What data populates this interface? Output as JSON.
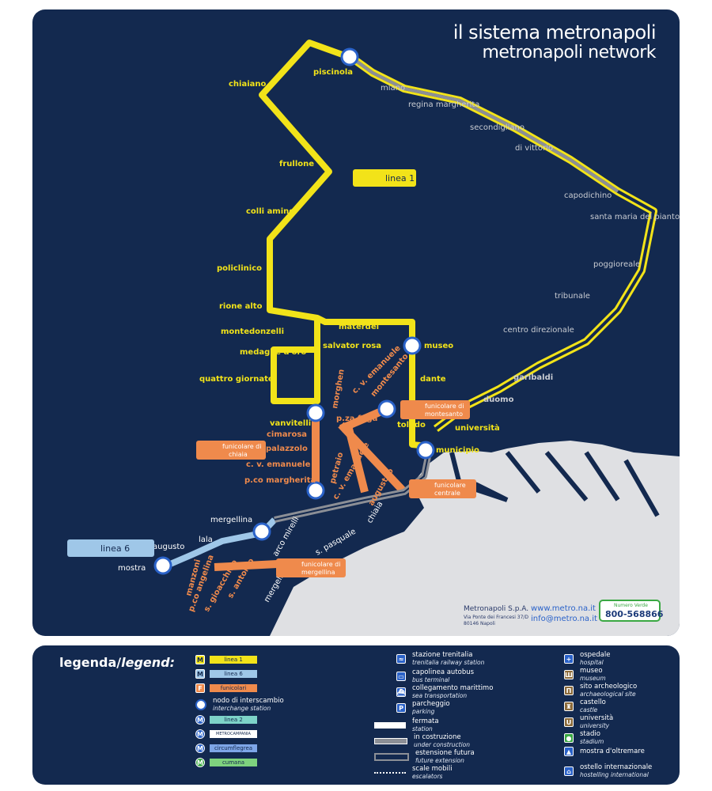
{
  "title": {
    "line1": "il sistema metronapoli",
    "line2": "metronapoli network"
  },
  "lines": {
    "linea1": "linea 1",
    "linea6": "linea 6"
  },
  "funiculars": {
    "chiaia": [
      "funicolare di",
      "chiaia"
    ],
    "montesanto": [
      "funicolare di",
      "montesanto"
    ],
    "centrale": [
      "funicolare",
      "centrale"
    ],
    "mergellina": [
      "funicolare di",
      "mergellina"
    ]
  },
  "stations_line1": [
    "piscinola",
    "chiaiano",
    "frullone",
    "colli aminei",
    "policlinico",
    "rione alto",
    "montedonzelli",
    "medaglie d'oro",
    "vanvitelli",
    "quattro giornate",
    "salvator rosa",
    "materdei",
    "museo",
    "dante",
    "toledo",
    "università",
    "municipio",
    "duomo",
    "garibaldi"
  ],
  "future_stations": [
    "miano",
    "regina margherita",
    "secondigliano",
    "di vittorio",
    "capodichino",
    "santa maria del pianto",
    "poggioreale",
    "tribunale",
    "centro direzionale"
  ],
  "stations_line6": [
    "mergellina",
    "lala",
    "augusto",
    "mostra",
    "arco mirelli",
    "s. pasquale",
    "chiaia",
    "mergellina"
  ],
  "funicular_stations": [
    "cimarosa",
    "palazzolo",
    "c. v. emanuele",
    "p.co margherita",
    "petraio",
    "morghen",
    "p.za fuga",
    "c. v. emanuele",
    "augusteo",
    "montesanto",
    "c. v. emanuele",
    "manzoni",
    "p.co angelina",
    "s. gioacchino",
    "s. antonio"
  ],
  "company": {
    "name": "Metronapoli S.p.A.",
    "address1": "Via Ponte dei Francesi 37/D",
    "address2": "80146 Napoli",
    "website": "www.metro.na.it",
    "email": "info@metro.na.it",
    "hotline_label": "Numero Verde",
    "hotline": "800-568866"
  },
  "legend": {
    "title": "legenda/",
    "title_en": "legend:",
    "col1": [
      {
        "label": "linea 1",
        "color": "#f2e319"
      },
      {
        "label": "linea 6",
        "color": "#9fc7e8"
      },
      {
        "label": "funicolari",
        "color": "#ef8a4c"
      },
      {
        "it": "nodo di interscambio",
        "en": "interchange station"
      },
      {
        "label": "linea 2",
        "color": "#7dd3c8"
      },
      {
        "label": "METROCAMPANIA NORDEST",
        "color": "#ffffff"
      },
      {
        "label": "circumflegrea",
        "color": "#7ea6e8"
      },
      {
        "label": "cumana",
        "color": "#7ed27e"
      }
    ],
    "col2": [
      {
        "it": "stazione trenitalia",
        "en": "trenitalia railway station"
      },
      {
        "it": "capolinea autobus",
        "en": "bus terminal"
      },
      {
        "it": "collegamento marittimo",
        "en": "sea transportation"
      },
      {
        "it": "parcheggio",
        "en": "parking"
      },
      {
        "it": "fermata",
        "en": "station"
      },
      {
        "it": "in costruzione",
        "en": "under construction"
      },
      {
        "it": "estensione futura",
        "en": "future extension"
      },
      {
        "it": "scale mobili",
        "en": "escalators"
      }
    ],
    "col3": [
      {
        "it": "ospedale",
        "en": "hospital"
      },
      {
        "it": "museo",
        "en": "museum"
      },
      {
        "it": "sito archeologico",
        "en": "archaeological site"
      },
      {
        "it": "castello",
        "en": "castle"
      },
      {
        "it": "università",
        "en": "university"
      },
      {
        "it": "stadio",
        "en": "stadium"
      },
      {
        "it": "mostra d'oltremare",
        "en": ""
      },
      {
        "it": "ostello internazionale",
        "en": "hostelling international"
      }
    ]
  },
  "colors": {
    "background": "#13294f",
    "line1": "#f2e319",
    "line6": "#9fc7e8",
    "funicular": "#ef8a4c",
    "future": "#8c8f96",
    "land": "#dfe0e3"
  }
}
